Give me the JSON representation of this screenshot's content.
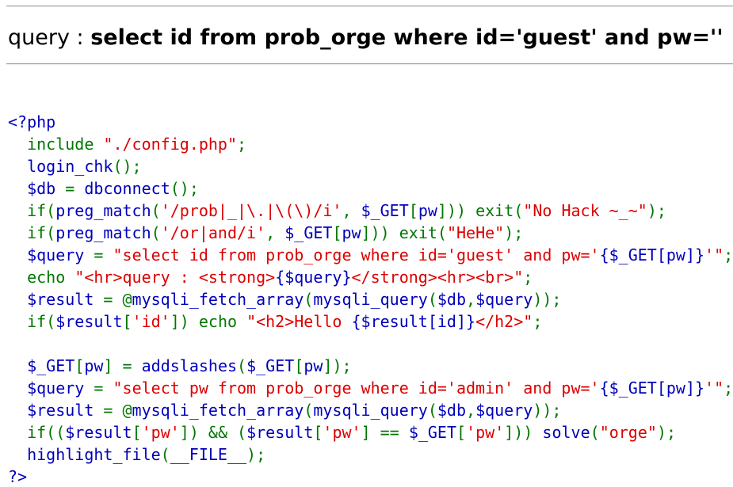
{
  "header": {
    "prefix": "query : ",
    "query": "select id from prob_orge where id='guest' and pw=''"
  },
  "colors": {
    "default": "#0000BB",
    "keyword": "#007700",
    "string": "#DD0000",
    "html": "#000000"
  },
  "source": {
    "lines": [
      [
        {
          "t": "<?php",
          "c": "default"
        }
      ],
      [
        {
          "t": "  ",
          "c": "html"
        },
        {
          "t": "include ",
          "c": "keyword"
        },
        {
          "t": "\"./config.php\"",
          "c": "string"
        },
        {
          "t": ";",
          "c": "keyword"
        }
      ],
      [
        {
          "t": "  ",
          "c": "html"
        },
        {
          "t": "login_chk",
          "c": "default"
        },
        {
          "t": "();",
          "c": "keyword"
        }
      ],
      [
        {
          "t": "  ",
          "c": "html"
        },
        {
          "t": "$db ",
          "c": "default"
        },
        {
          "t": "= ",
          "c": "keyword"
        },
        {
          "t": "dbconnect",
          "c": "default"
        },
        {
          "t": "();",
          "c": "keyword"
        }
      ],
      [
        {
          "t": "  ",
          "c": "html"
        },
        {
          "t": "if(",
          "c": "keyword"
        },
        {
          "t": "preg_match",
          "c": "default"
        },
        {
          "t": "(",
          "c": "keyword"
        },
        {
          "t": "'/prob|_|\\.|\\(\\)/i'",
          "c": "string"
        },
        {
          "t": ", ",
          "c": "keyword"
        },
        {
          "t": "$_GET",
          "c": "default"
        },
        {
          "t": "[",
          "c": "keyword"
        },
        {
          "t": "pw",
          "c": "default"
        },
        {
          "t": "])) exit(",
          "c": "keyword"
        },
        {
          "t": "\"No Hack ~_~\"",
          "c": "string"
        },
        {
          "t": ");",
          "c": "keyword"
        }
      ],
      [
        {
          "t": "  ",
          "c": "html"
        },
        {
          "t": "if(",
          "c": "keyword"
        },
        {
          "t": "preg_match",
          "c": "default"
        },
        {
          "t": "(",
          "c": "keyword"
        },
        {
          "t": "'/or|and/i'",
          "c": "string"
        },
        {
          "t": ", ",
          "c": "keyword"
        },
        {
          "t": "$_GET",
          "c": "default"
        },
        {
          "t": "[",
          "c": "keyword"
        },
        {
          "t": "pw",
          "c": "default"
        },
        {
          "t": "])) exit(",
          "c": "keyword"
        },
        {
          "t": "\"HeHe\"",
          "c": "string"
        },
        {
          "t": ");",
          "c": "keyword"
        }
      ],
      [
        {
          "t": "  ",
          "c": "html"
        },
        {
          "t": "$query ",
          "c": "default"
        },
        {
          "t": "= ",
          "c": "keyword"
        },
        {
          "t": "\"select id from prob_orge where id='guest' and pw='",
          "c": "string"
        },
        {
          "t": "{$_GET[pw]}",
          "c": "default"
        },
        {
          "t": "'\"",
          "c": "string"
        },
        {
          "t": ";",
          "c": "keyword"
        }
      ],
      [
        {
          "t": "  ",
          "c": "html"
        },
        {
          "t": "echo ",
          "c": "keyword"
        },
        {
          "t": "\"<hr>query : <strong>",
          "c": "string"
        },
        {
          "t": "{$query}",
          "c": "default"
        },
        {
          "t": "</strong><hr><br>\"",
          "c": "string"
        },
        {
          "t": ";",
          "c": "keyword"
        }
      ],
      [
        {
          "t": "  ",
          "c": "html"
        },
        {
          "t": "$result ",
          "c": "default"
        },
        {
          "t": "= @",
          "c": "keyword"
        },
        {
          "t": "mysqli_fetch_array",
          "c": "default"
        },
        {
          "t": "(",
          "c": "keyword"
        },
        {
          "t": "mysqli_query",
          "c": "default"
        },
        {
          "t": "(",
          "c": "keyword"
        },
        {
          "t": "$db",
          "c": "default"
        },
        {
          "t": ",",
          "c": "keyword"
        },
        {
          "t": "$query",
          "c": "default"
        },
        {
          "t": "));",
          "c": "keyword"
        }
      ],
      [
        {
          "t": "  ",
          "c": "html"
        },
        {
          "t": "if(",
          "c": "keyword"
        },
        {
          "t": "$result",
          "c": "default"
        },
        {
          "t": "[",
          "c": "keyword"
        },
        {
          "t": "'id'",
          "c": "string"
        },
        {
          "t": "]) echo ",
          "c": "keyword"
        },
        {
          "t": "\"<h2>Hello ",
          "c": "string"
        },
        {
          "t": "{$result[id]}",
          "c": "default"
        },
        {
          "t": "</h2>\"",
          "c": "string"
        },
        {
          "t": ";",
          "c": "keyword"
        }
      ],
      [
        {
          "t": " ",
          "c": "html"
        }
      ],
      [
        {
          "t": "  ",
          "c": "html"
        },
        {
          "t": "$_GET",
          "c": "default"
        },
        {
          "t": "[",
          "c": "keyword"
        },
        {
          "t": "pw",
          "c": "default"
        },
        {
          "t": "] = ",
          "c": "keyword"
        },
        {
          "t": "addslashes",
          "c": "default"
        },
        {
          "t": "(",
          "c": "keyword"
        },
        {
          "t": "$_GET",
          "c": "default"
        },
        {
          "t": "[",
          "c": "keyword"
        },
        {
          "t": "pw",
          "c": "default"
        },
        {
          "t": "]);",
          "c": "keyword"
        }
      ],
      [
        {
          "t": "  ",
          "c": "html"
        },
        {
          "t": "$query ",
          "c": "default"
        },
        {
          "t": "= ",
          "c": "keyword"
        },
        {
          "t": "\"select pw from prob_orge where id='admin' and pw='",
          "c": "string"
        },
        {
          "t": "{$_GET[pw]}",
          "c": "default"
        },
        {
          "t": "'\"",
          "c": "string"
        },
        {
          "t": ";",
          "c": "keyword"
        }
      ],
      [
        {
          "t": "  ",
          "c": "html"
        },
        {
          "t": "$result ",
          "c": "default"
        },
        {
          "t": "= @",
          "c": "keyword"
        },
        {
          "t": "mysqli_fetch_array",
          "c": "default"
        },
        {
          "t": "(",
          "c": "keyword"
        },
        {
          "t": "mysqli_query",
          "c": "default"
        },
        {
          "t": "(",
          "c": "keyword"
        },
        {
          "t": "$db",
          "c": "default"
        },
        {
          "t": ",",
          "c": "keyword"
        },
        {
          "t": "$query",
          "c": "default"
        },
        {
          "t": "));",
          "c": "keyword"
        }
      ],
      [
        {
          "t": "  ",
          "c": "html"
        },
        {
          "t": "if((",
          "c": "keyword"
        },
        {
          "t": "$result",
          "c": "default"
        },
        {
          "t": "[",
          "c": "keyword"
        },
        {
          "t": "'pw'",
          "c": "string"
        },
        {
          "t": "]) && (",
          "c": "keyword"
        },
        {
          "t": "$result",
          "c": "default"
        },
        {
          "t": "[",
          "c": "keyword"
        },
        {
          "t": "'pw'",
          "c": "string"
        },
        {
          "t": "] == ",
          "c": "keyword"
        },
        {
          "t": "$_GET",
          "c": "default"
        },
        {
          "t": "[",
          "c": "keyword"
        },
        {
          "t": "'pw'",
          "c": "string"
        },
        {
          "t": "])) ",
          "c": "keyword"
        },
        {
          "t": "solve",
          "c": "default"
        },
        {
          "t": "(",
          "c": "keyword"
        },
        {
          "t": "\"orge\"",
          "c": "string"
        },
        {
          "t": ");",
          "c": "keyword"
        }
      ],
      [
        {
          "t": "  ",
          "c": "html"
        },
        {
          "t": "highlight_file",
          "c": "default"
        },
        {
          "t": "(",
          "c": "keyword"
        },
        {
          "t": "__FILE__",
          "c": "default"
        },
        {
          "t": ");",
          "c": "keyword"
        }
      ],
      [
        {
          "t": "?>",
          "c": "default"
        }
      ]
    ]
  }
}
